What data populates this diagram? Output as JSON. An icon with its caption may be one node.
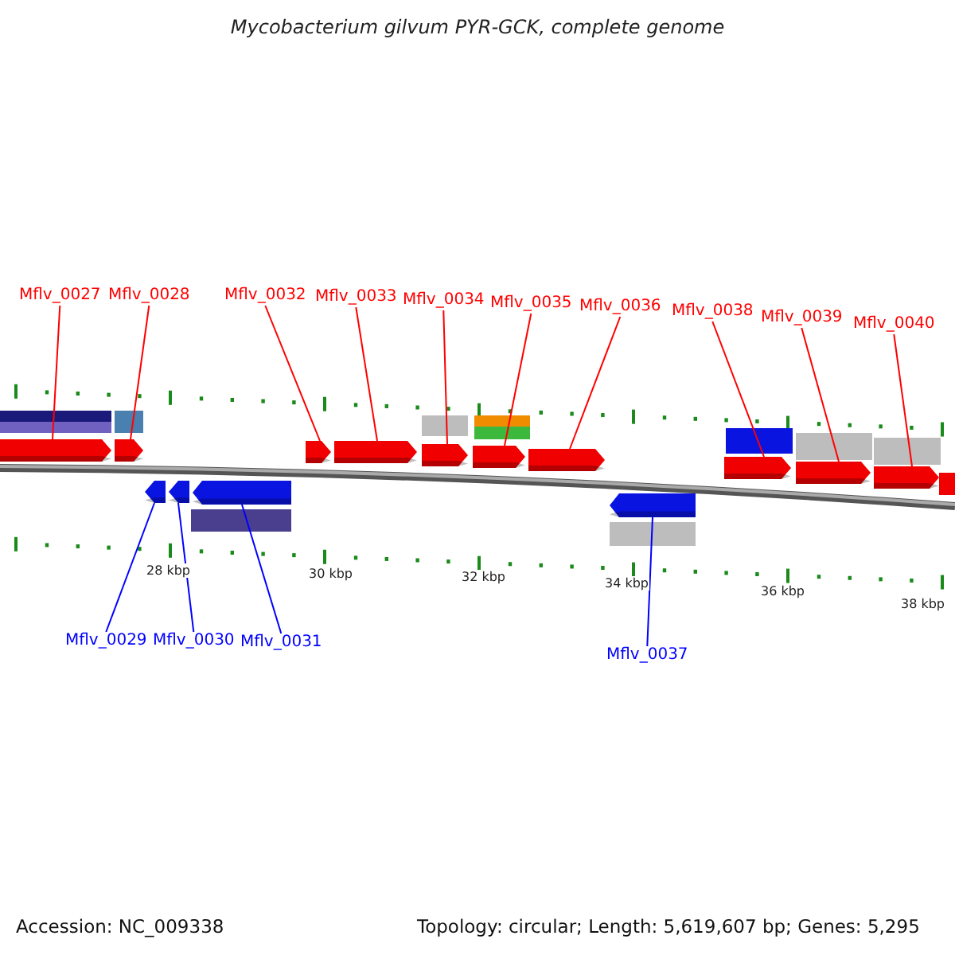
{
  "diagram": {
    "title": "Mycobacterium gilvum PYR-GCK, complete genome",
    "nodes": [
      {
        "text": [
          "Mflv_0027"
        ]
      },
      {
        "text": [
          "Mflv_0028"
        ]
      },
      {
        "text": [
          "Mflv_0032"
        ]
      },
      {
        "text": [
          "Mflv_0033"
        ]
      },
      {
        "text": [
          "Mflv_0034"
        ]
      },
      {
        "text": [
          "Mflv_0035"
        ]
      },
      {
        "text": [
          "Mflv_0036"
        ]
      },
      {
        "text": [
          "Mflv_0038"
        ]
      },
      {
        "text": [
          "Mflv_0039"
        ]
      },
      {
        "text": [
          "Mflv_0040"
        ]
      },
      {
        "text": [
          "Mflv_0029"
        ]
      },
      {
        "text": [
          "Mflv_0030"
        ]
      },
      {
        "text": [
          "Mflv_0031"
        ]
      },
      {
        "text": [
          "Mflv_0037"
        ]
      },
      {
        "text": [],
        "shape": "arrow"
      },
      {
        "text": [],
        "shape": "arrow"
      },
      {
        "text": [],
        "shape": "arrow"
      },
      {
        "text": [],
        "shape": "arrow"
      },
      {
        "text": [],
        "shape": "arrow"
      },
      {
        "text": [],
        "shape": "arrow"
      },
      {
        "text": [],
        "shape": "arrow"
      },
      {
        "text": [],
        "shape": "arrow"
      },
      {
        "text": [],
        "shape": "arrow"
      },
      {
        "text": [],
        "shape": "arrow"
      },
      {
        "text": [],
        "shape": "arrow"
      },
      {
        "text": [],
        "shape": "arrow"
      },
      {
        "text": [],
        "shape": "arrow"
      },
      {
        "text": [],
        "shape": "arrow"
      }
    ],
    "edges": [
      {
        "from": 0,
        "to": 14,
        "arrow": "none"
      },
      {
        "from": 1,
        "to": 15,
        "arrow": "none"
      },
      {
        "from": 2,
        "to": 16,
        "arrow": "none"
      },
      {
        "from": 3,
        "to": 17,
        "arrow": "none"
      },
      {
        "from": 4,
        "to": 18,
        "arrow": "none"
      },
      {
        "from": 5,
        "to": 19,
        "arrow": "none"
      },
      {
        "from": 6,
        "to": 20,
        "arrow": "none"
      },
      {
        "from": 7,
        "to": 21,
        "arrow": "none"
      },
      {
        "from": 8,
        "to": 22,
        "arrow": "none"
      },
      {
        "from": 9,
        "to": 23,
        "arrow": "none"
      },
      {
        "from": 10,
        "to": 24,
        "arrow": "none",
        "color": "#0000ff"
      },
      {
        "from": 11,
        "to": 25,
        "arrow": "none",
        "color": "#0000ff"
      },
      {
        "from": 12,
        "to": 26,
        "arrow": "none",
        "color": "#0000ff"
      },
      {
        "from": 13,
        "to": 27,
        "arrow": "none",
        "color": "#0000ff"
      }
    ],
    "labels": [
      "28 kbp",
      "30 kbp",
      "32 kbp",
      "34 kbp",
      "36 kbp",
      "38 kbp",
      "Accession: NC_009338",
      "Topology: circular; Length: 5,619,607 bp; Genes: 5,295"
    ]
  }
}
